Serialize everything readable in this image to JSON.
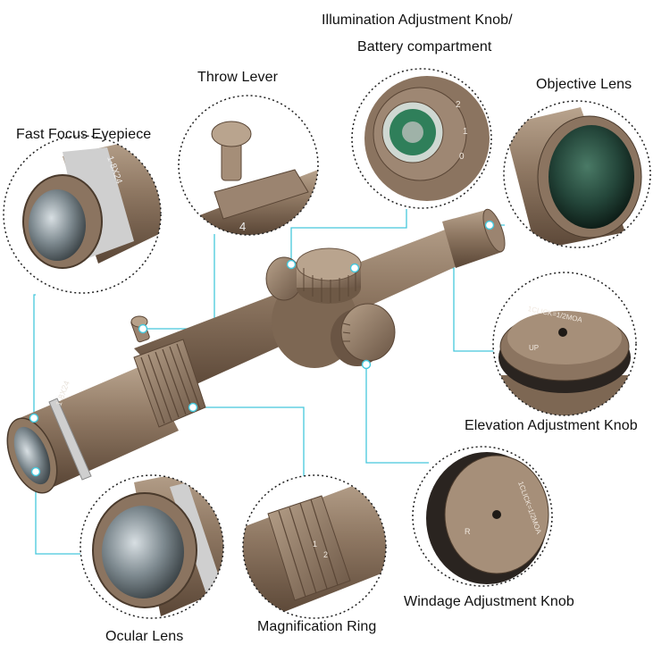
{
  "labels": {
    "illumination_line1": "Illumination Adjustment Knob/",
    "illumination_line2": "Battery compartment",
    "throw_lever": "Throw Lever",
    "objective_lens": "Objective Lens",
    "fast_focus_eyepiece": "Fast Focus Eyepiece",
    "elevation_knob": "Elevation Adjustment Knob",
    "windage_knob": "Windage Adjustment Knob",
    "ocular_lens": "Ocular Lens",
    "magnification_ring": "Magnification Ring"
  },
  "engravings": {
    "model": "1-8X24",
    "elevation_click": "1CLICK=1/2MOA",
    "elevation_dir": "UP",
    "windage_click": "1CLICK=1/2MOA",
    "windage_dir": "R"
  },
  "colors": {
    "body": "#8b7460",
    "body_dark": "#5e4a3a",
    "body_light": "#b29c86",
    "leader": "#46c8dc",
    "lens": "#2f5f48"
  }
}
